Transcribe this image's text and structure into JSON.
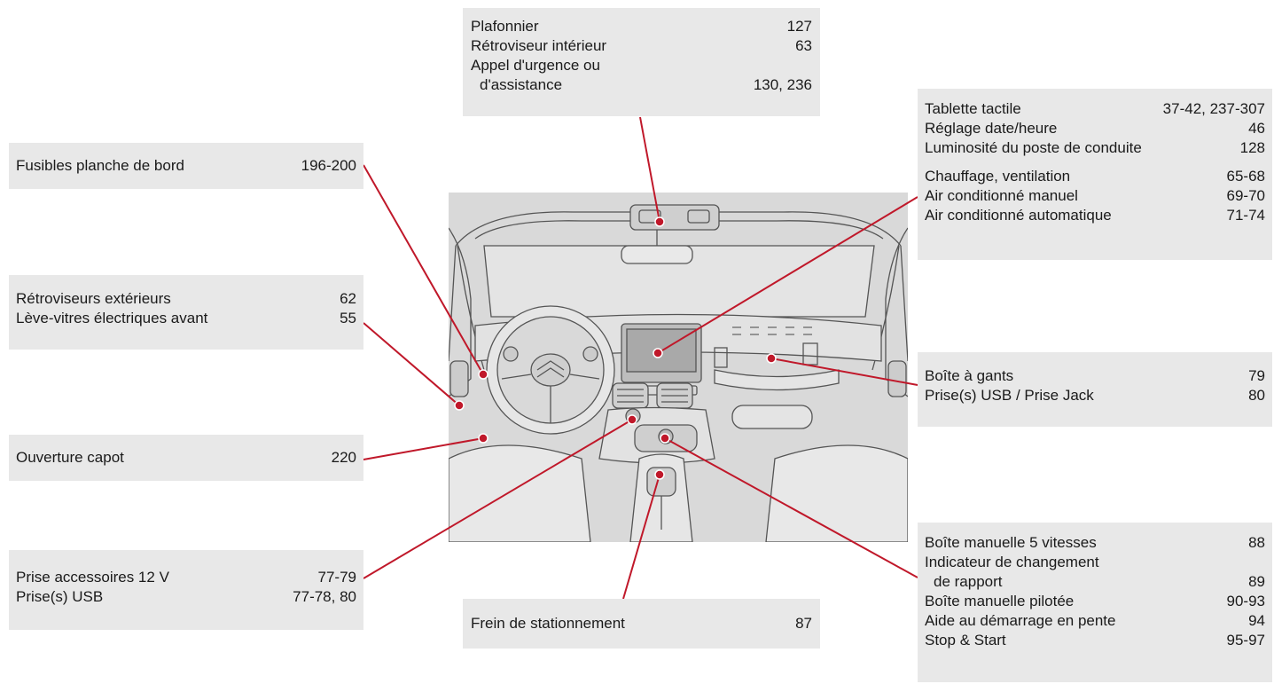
{
  "callouts": {
    "top": {
      "rows": [
        {
          "label": "Plafonnier",
          "page": "127"
        },
        {
          "label": "Rétroviseur intérieur",
          "page": "63"
        },
        {
          "label": "Appel d'urgence ou",
          "page": ""
        },
        {
          "label": "d'assistance",
          "page": "130, 236"
        }
      ]
    },
    "fuses": {
      "rows": [
        {
          "label": "Fusibles planche de bord",
          "page": "196-200"
        }
      ]
    },
    "mirrors": {
      "rows": [
        {
          "label": "Rétroviseurs extérieurs",
          "page": "62"
        },
        {
          "label": "Lève-vitres électriques avant",
          "page": "55"
        }
      ]
    },
    "bonnet": {
      "rows": [
        {
          "label": "Ouverture capot",
          "page": "220"
        }
      ]
    },
    "accessory": {
      "rows": [
        {
          "label": "Prise accessoires 12 V",
          "page": "77-79"
        },
        {
          "label": "Prise(s) USB",
          "page": "77-78, 80"
        }
      ]
    },
    "handbrake": {
      "rows": [
        {
          "label": "Frein de stationnement",
          "page": "87"
        }
      ]
    },
    "tablet": {
      "rows": [
        {
          "label": "Tablette tactile",
          "page": "37-42, 237-307"
        },
        {
          "label": "Réglage date/heure",
          "page": "46"
        },
        {
          "label": "Luminosité du poste de conduite",
          "page": "128"
        }
      ],
      "rows2": [
        {
          "label": "Chauffage, ventilation",
          "page": "65-68"
        },
        {
          "label": "Air conditionné manuel",
          "page": "69-70"
        },
        {
          "label": "Air conditionné automatique",
          "page": "71-74"
        }
      ]
    },
    "glovebox": {
      "rows": [
        {
          "label": "Boîte à gants",
          "page": "79"
        },
        {
          "label": "Prise(s) USB / Prise Jack",
          "page": "80"
        }
      ]
    },
    "gearbox": {
      "rows": [
        {
          "label": "Boîte manuelle 5 vitesses",
          "page": "88"
        },
        {
          "label": "Indicateur de changement",
          "page": ""
        },
        {
          "label": "de rapport",
          "page": "89"
        },
        {
          "label": "Boîte manuelle pilotée",
          "page": "90-93"
        },
        {
          "label": "Aide au démarrage en pente",
          "page": "94"
        },
        {
          "label": "Stop & Start",
          "page": "95-97"
        }
      ]
    }
  },
  "colors": {
    "leader": "#c0182a",
    "box_bg": "#e8e8e8",
    "illustration_bg": "#d9d9d9"
  }
}
